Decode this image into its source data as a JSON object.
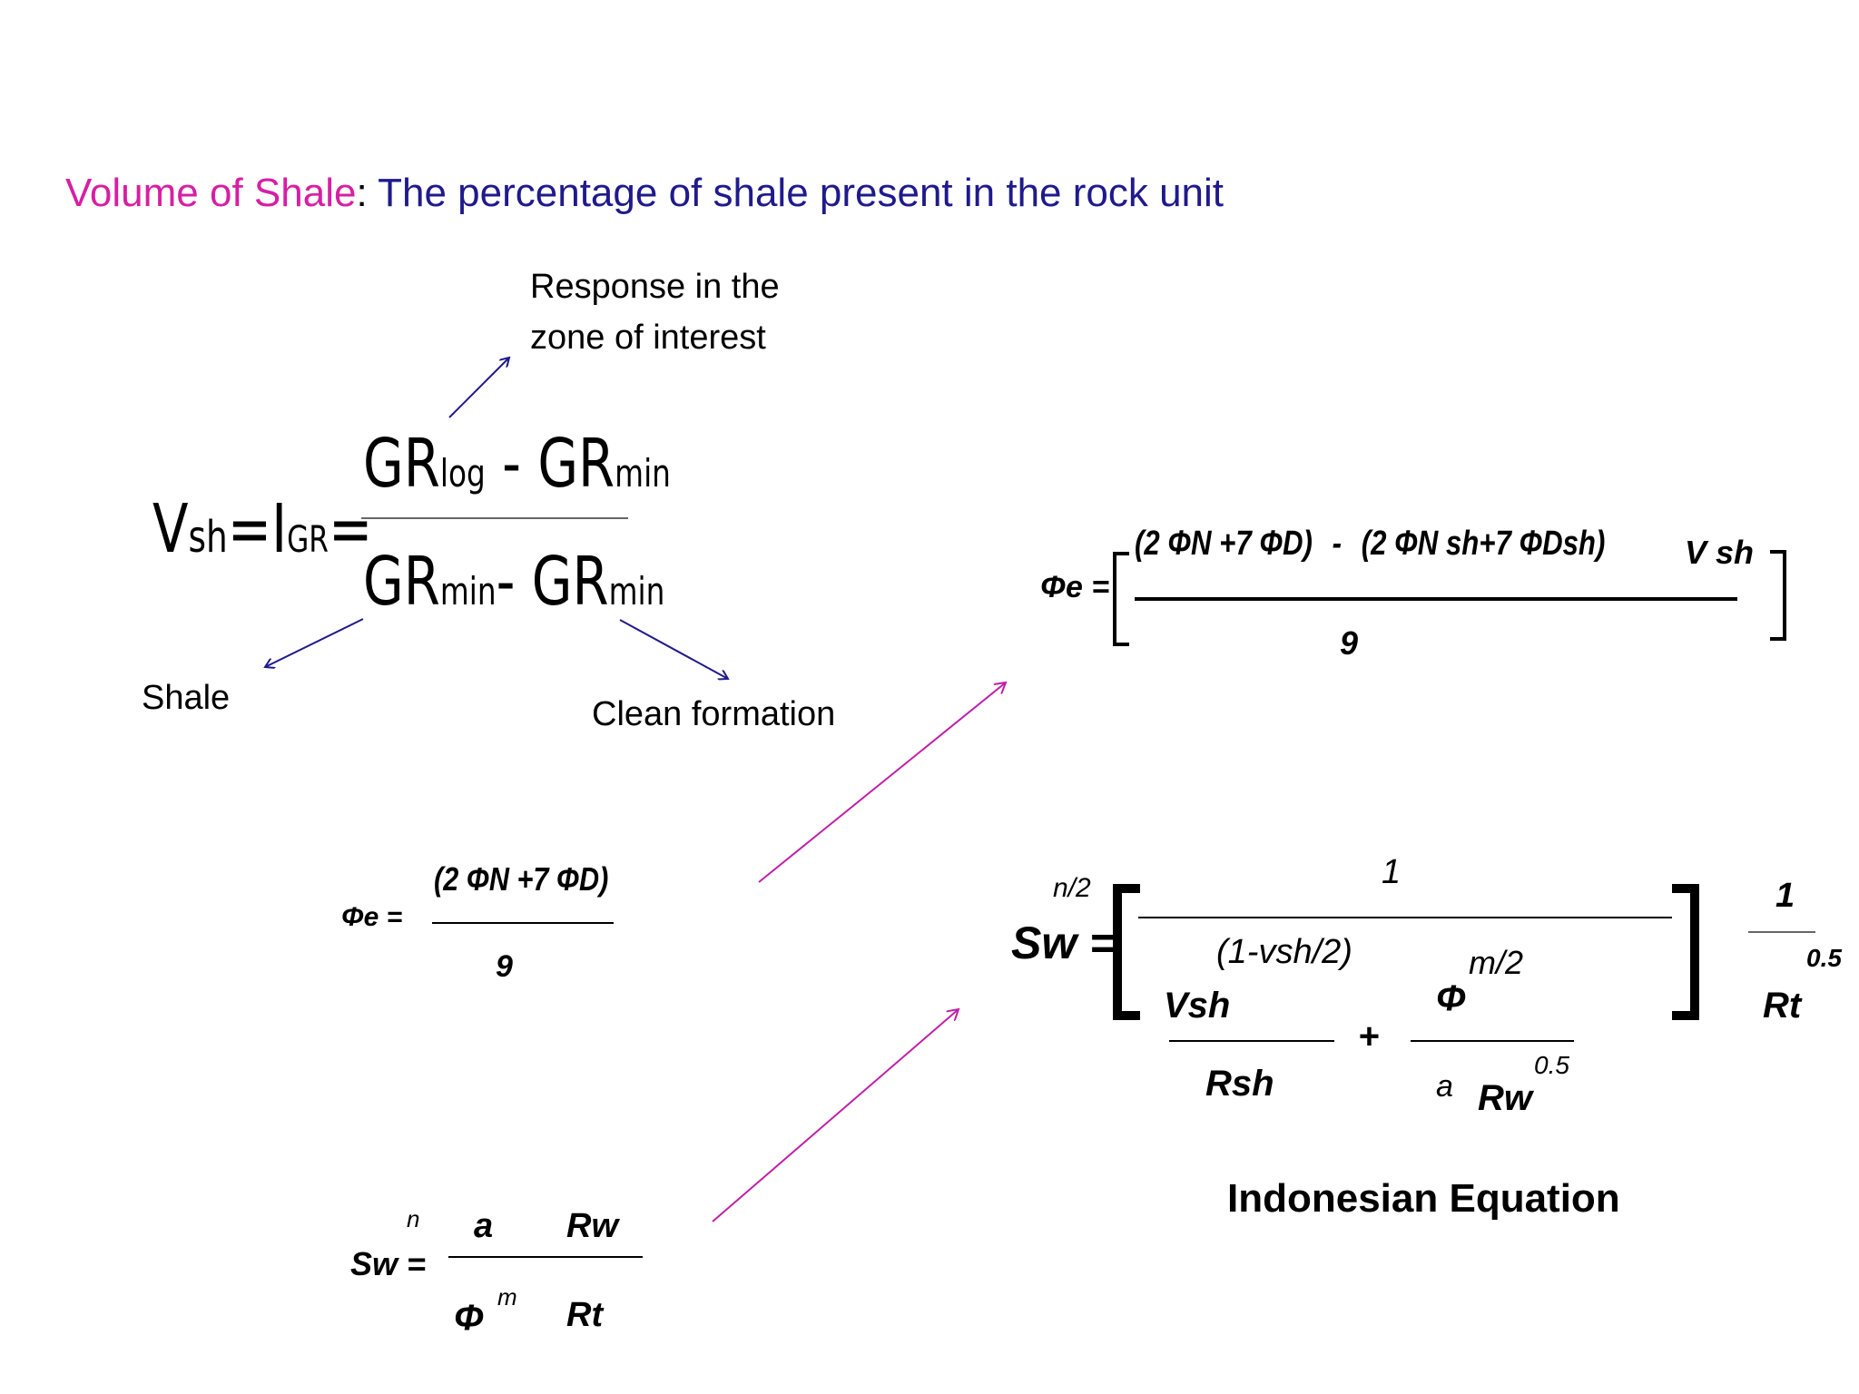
{
  "title": {
    "term": "Volume of Shale",
    "colon": ":",
    "definition": "The percentage of shale present in the rock unit"
  },
  "colors": {
    "term": "#d61fa4",
    "definition": "#1f1a8c",
    "arrow_blue": "#1f1a8c",
    "arrow_magenta": "#c020a8"
  },
  "vsh_eq": {
    "lhs_main": "V",
    "lhs_sub": "sh",
    "eq1": "=",
    "igr_main": "I",
    "igr_sub": "GR",
    "eq2": "=",
    "num_a": "GR",
    "num_a_sub": "log",
    "minus": "-",
    "num_b": "GR",
    "num_b_sub": "min",
    "den_a": "GR",
    "den_a_sub": "min",
    "den_b": "GR",
    "den_b_sub": "min"
  },
  "labels": {
    "response_line1": "Response in the",
    "response_line2": "zone of interest",
    "shale": "Shale",
    "clean": "Clean formation",
    "indonesian": "Indonesian Equation"
  },
  "phie_simple": {
    "lhs": "Φe =",
    "num": "(2 ΦN +7 ΦD)",
    "den": "9"
  },
  "sw_archie": {
    "lhs": "Sw =",
    "n": "n",
    "a": "a",
    "rw": "Rw",
    "phi": "Φ",
    "m": "m",
    "rt": "Rt"
  },
  "phie_shaly": {
    "lhs": "Φe =",
    "num_a": "(2 ΦN +7 ΦD)",
    "minus": "-",
    "num_b": "(2 ΦN sh+7 ΦDsh)",
    "vsh": "V sh",
    "den": "9"
  },
  "sw_indo": {
    "lhs": "Sw =",
    "n2": "n/2",
    "one": "1",
    "exp_vsh": "(1-vsh/2)",
    "vsh": "Vsh",
    "rsh": "Rsh",
    "plus": "+",
    "phi": "Φ",
    "m2": "m/2",
    "a": "a",
    "rw": "Rw",
    "half": "0.5",
    "rt_one": "1",
    "rt": "Rt",
    "rt_half": "0.5"
  }
}
